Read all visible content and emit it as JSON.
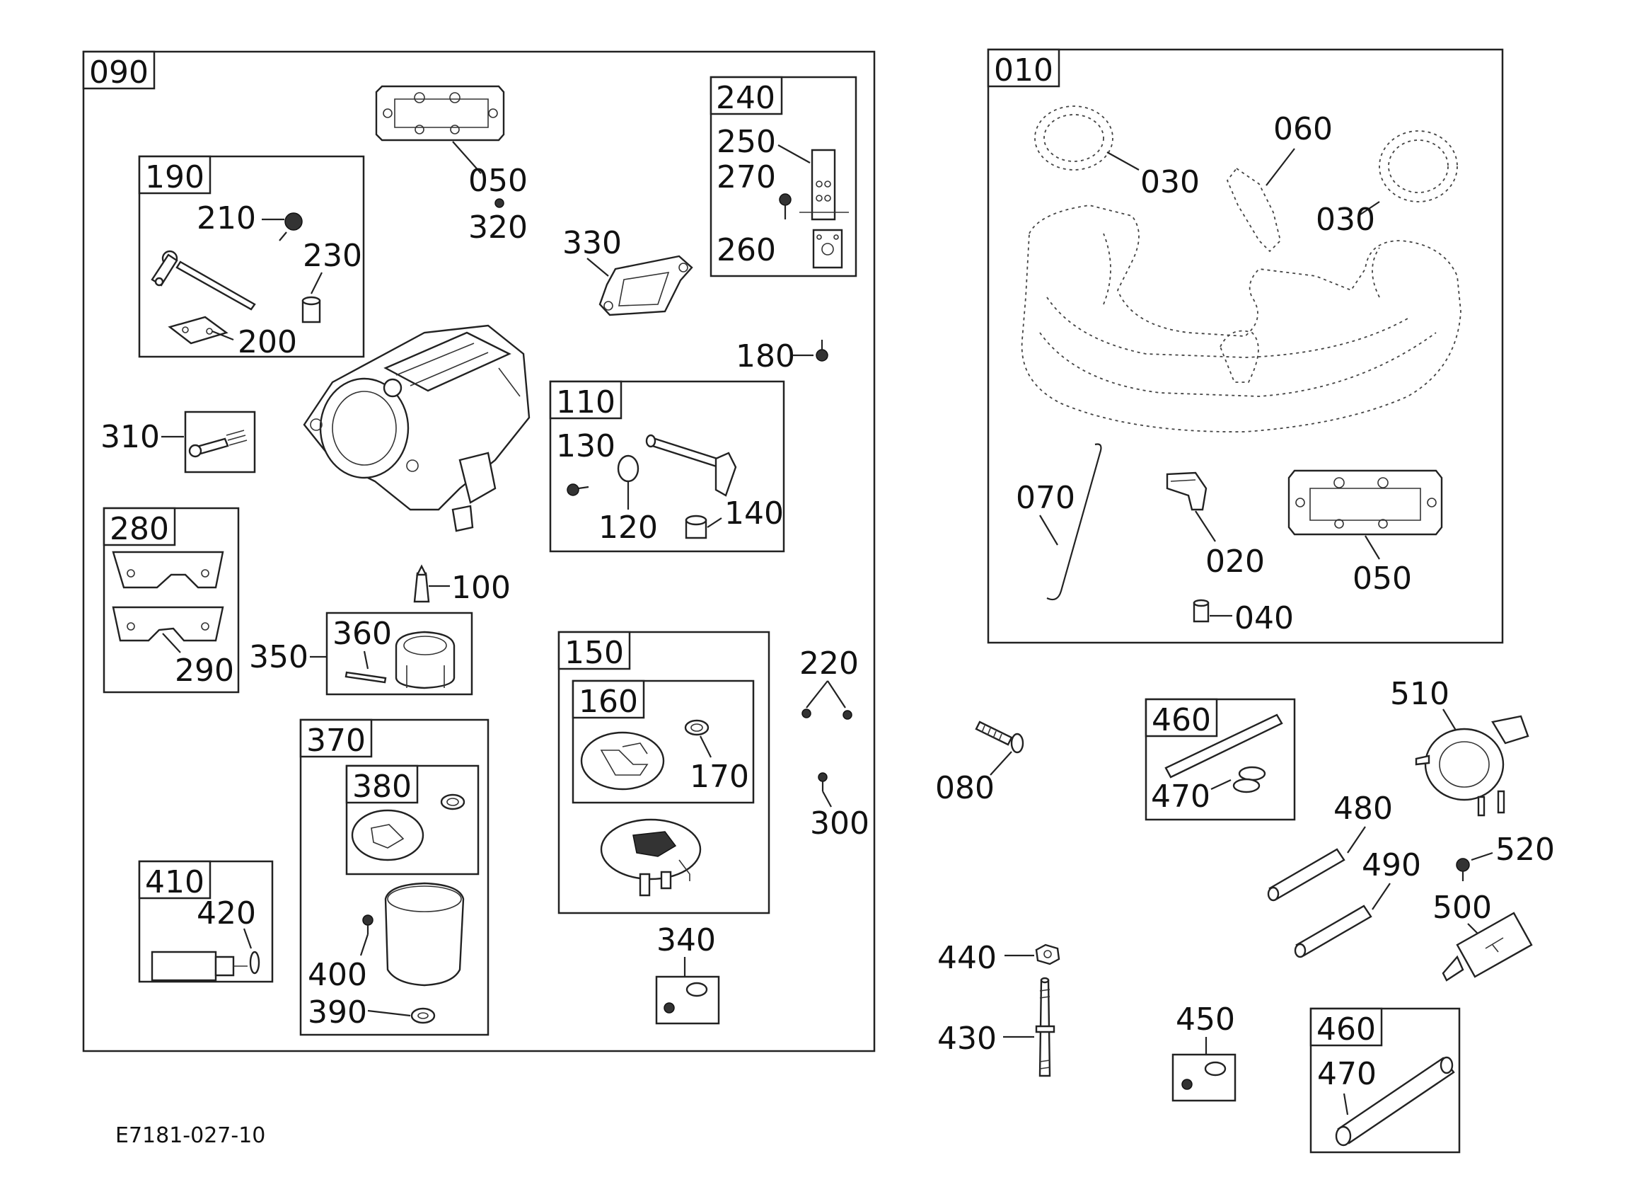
{
  "drawing_code": "E7181-027-10",
  "group_tags": {
    "g090": "090",
    "g190": "190",
    "g240": "240",
    "g110": "110",
    "g280": "280",
    "g150": "150",
    "g160": "160",
    "g370": "370",
    "g380": "380",
    "g410": "410",
    "g010": "010",
    "g460a": "460",
    "g460b": "460"
  },
  "part_labels": {
    "p050a": "050",
    "p320": "320",
    "p250": "250",
    "p270": "270",
    "p260": "260",
    "p210": "210",
    "p230": "230",
    "p200": "200",
    "p330": "330",
    "p180": "180",
    "p310": "310",
    "p130": "130",
    "p120": "120",
    "p140": "140",
    "p100": "100",
    "p290": "290",
    "p350": "350",
    "p360": "360",
    "p220": "220",
    "p300": "300",
    "p170": "170",
    "p420": "420",
    "p400": "400",
    "p390": "390",
    "p340": "340",
    "p030a": "030",
    "p060": "060",
    "p030b": "030",
    "p070": "070",
    "p020": "020",
    "p050b": "050",
    "p040": "040",
    "p080": "080",
    "p470a": "470",
    "p510": "510",
    "p480": "480",
    "p490": "490",
    "p520": "520",
    "p500": "500",
    "p440": "440",
    "p430": "430",
    "p450": "450",
    "p470b": "470"
  }
}
